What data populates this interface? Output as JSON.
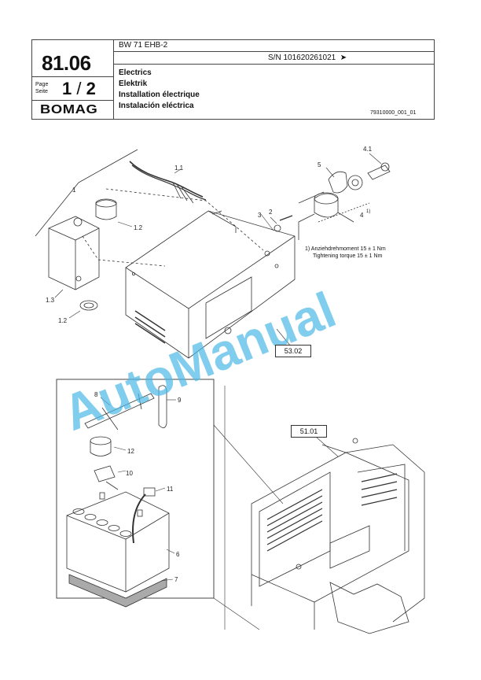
{
  "header": {
    "group_number": "81.06",
    "model": "BW 71 EHB-2",
    "serial_number": "S/N 101620261021",
    "serial_arrow": "➤",
    "page_label_1": "Page",
    "page_label_2": "Seite",
    "page_current": "1",
    "page_sep": "/",
    "page_total": "2",
    "brand_logo": "BOMAG",
    "title_en": "Electrics",
    "title_de": "Elektrik",
    "title_fr": "Installation électrique",
    "title_es": "Instalación eléctrica",
    "drawing_number": "79310000_001_01"
  },
  "callouts": {
    "c1": "1",
    "c1_1": "1.1",
    "c1_2a": "1.2",
    "c1_2b": "1.2",
    "c1_3": "1.3",
    "c2": "2",
    "c3": "3",
    "c4": "4",
    "c4_sup": "1)",
    "c4_1": "4.1",
    "c5": "5",
    "c6": "6",
    "c7": "7",
    "c8": "8",
    "c9": "9",
    "c10": "10",
    "c11": "11",
    "c12": "12"
  },
  "note": {
    "line1": "1)  Anziehdrehmoment 15 ± 1 Nm",
    "line2": "Tightening torque 15 ± 1 Nm"
  },
  "refs": {
    "ref_top": "53.02",
    "ref_bottom": "51.01"
  },
  "watermark": "AutoManual",
  "colors": {
    "watermark": "#4cb8e8",
    "line": "#333333"
  }
}
